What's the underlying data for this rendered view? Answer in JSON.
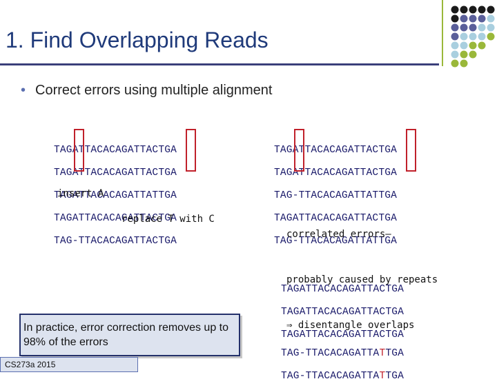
{
  "slide": {
    "title": "1. Find Overlapping Reads",
    "bullet": "Correct errors using multiple alignment"
  },
  "left_alignment": {
    "rows": [
      "TAGATTACACAGATTACTGA",
      "TAGATTACACAGATTACTGA",
      "TAGATTACACAGATTATTGA",
      "TAGATTACACAGATTACTGA",
      "TAG-TTACACAGATTACTGA"
    ]
  },
  "right_alignment": {
    "rows": [
      "TAGATTACACAGATTACTGA",
      "TAGATTACACAGATTACTGA",
      "TAG-TTACACAGATTATTGA",
      "TAGATTACACAGATTACTGA",
      "TAG-TTACACAGATTATTGA"
    ]
  },
  "annotations": {
    "insert": "insert A",
    "replace": "replace T with C",
    "correlated_line1": "correlated errors—",
    "correlated_line2": "probably caused by repeats",
    "correlated_line3": "⇒ disentangle overlaps"
  },
  "cluster_a": {
    "rows": [
      "TAGATTACACAGATTACTGA",
      "TAGATTACACAGATTACTGA",
      "TAGATTACACAGATTACTGA"
    ]
  },
  "cluster_b": {
    "row1_part1": "TAG-TTACACAGATTA",
    "row1_red": "T",
    "row1_part2": "TGA",
    "row2_part1": "TAG-TTACACAGATTA",
    "row2_red": "T",
    "row2_part2": "TGA"
  },
  "callout": "In practice, error correction removes up to 98% of the errors",
  "footer": "CS273a 2015",
  "colors": {
    "title": "#1f3a7a",
    "accent_red": "#c0202a",
    "sequence": "#1a1a6a"
  }
}
